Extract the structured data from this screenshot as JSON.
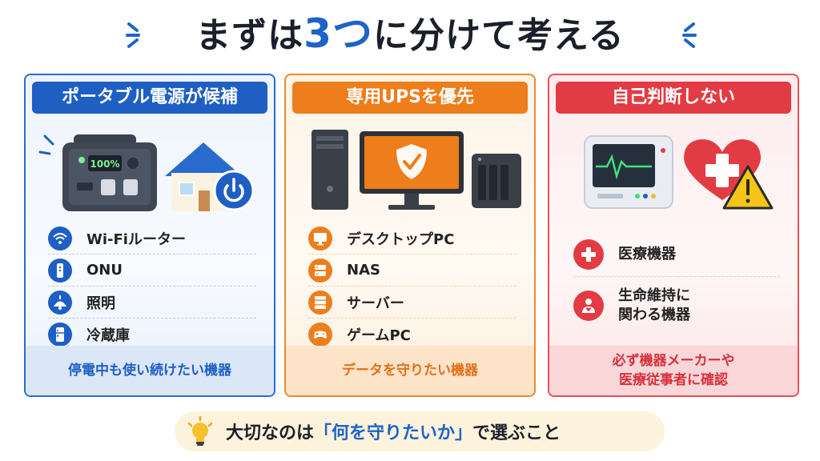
{
  "title": {
    "pre": "まずは",
    "highlight": "3つ",
    "post": "に分けて考える"
  },
  "panels": [
    {
      "heading": "ポータブル電源が候補",
      "battery_display": "100%",
      "items": [
        {
          "label": "Wi-Fiルーター",
          "icon": "wifi-icon"
        },
        {
          "label": "ONU",
          "icon": "onu-icon"
        },
        {
          "label": "照明",
          "icon": "lamp-icon"
        },
        {
          "label": "冷蔵庫",
          "icon": "fridge-icon"
        }
      ],
      "footer": "停電中も使い続けたい機器",
      "color": "#1f5fc4"
    },
    {
      "heading": "専用UPSを優先",
      "items": [
        {
          "label": "デスクトップPC",
          "icon": "monitor-icon"
        },
        {
          "label": "NAS",
          "icon": "nas-icon"
        },
        {
          "label": "サーバー",
          "icon": "server-icon"
        },
        {
          "label": "ゲームPC",
          "icon": "gamepad-icon"
        }
      ],
      "footer": "データを守りたい機器",
      "color": "#ee7d1b"
    },
    {
      "heading": "自己判断しない",
      "items": [
        {
          "label": "医療機器",
          "icon": "medical-cross-icon"
        },
        {
          "label_line1": "生命維持に",
          "label_line2": "関わる機器",
          "icon": "patient-heart-icon"
        }
      ],
      "footer_line1": "必ず機器メーカーや",
      "footer_line2": "医療従事者に確認",
      "color": "#e23b44"
    }
  ],
  "banner": {
    "pre": "大切なのは",
    "emphasis": "「何を守りたいか」",
    "post": "で選ぶこと",
    "icon": "lightbulb-icon"
  }
}
